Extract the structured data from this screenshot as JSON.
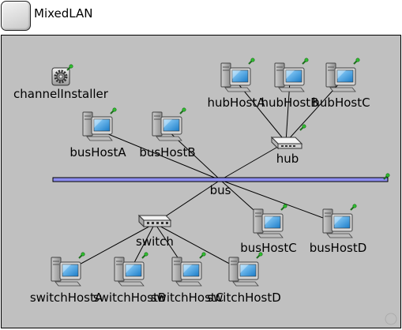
{
  "network": {
    "title": "MixedLAN",
    "nodes": {
      "channelInstaller": "channelInstaller",
      "hubHostA": "hubHostA",
      "hubHostB": "hubHostB",
      "hubHostC": "hubHostC",
      "busHostA": "busHostA",
      "busHostB": "busHostB",
      "hub": "hub",
      "bus": "bus",
      "switch": "switch",
      "busHostC": "busHostC",
      "busHostD": "busHostD",
      "switchHostA": "switchHostA",
      "switchHostB": "switchHostB",
      "switchHostC": "switchHostC",
      "switchHostD": "switchHostD"
    }
  },
  "colors": {
    "canvas_bg": "#c0c0c0",
    "bus_fill": "#8c8cf0",
    "link": "#000000",
    "status_led": "#22a022",
    "screen": "#3aa0e0"
  },
  "icons": {
    "host": "desktop-computer-icon",
    "hub": "hub-icon",
    "switch": "switch-icon",
    "installer": "gear-icon"
  }
}
